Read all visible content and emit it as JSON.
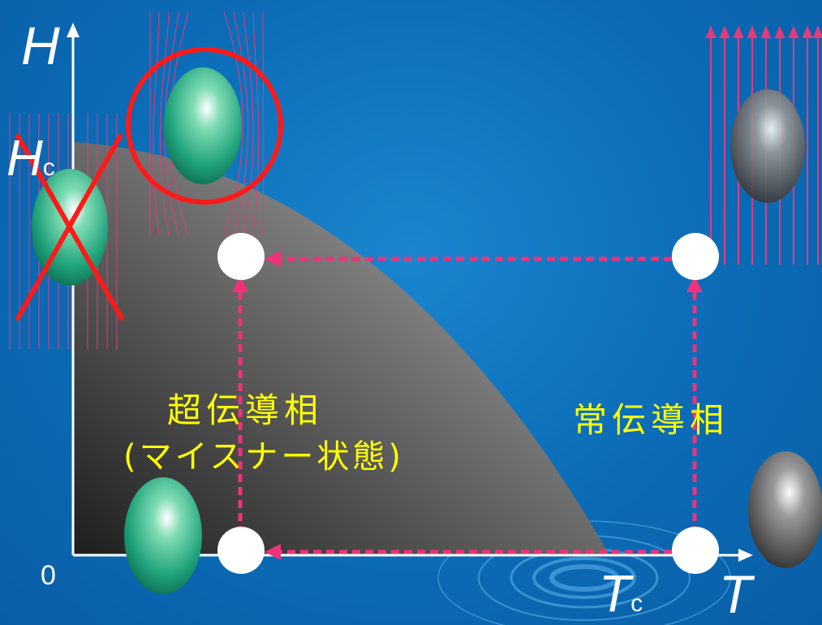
{
  "axes": {
    "y_label": "H",
    "x_label": "T",
    "origin": "0",
    "hc_label": "H",
    "hc_sub": "c",
    "tc_label": "T",
    "tc_sub": "c"
  },
  "phases": {
    "superconducting_line1": "超伝導相",
    "superconducting_line2": "(マイスナー状態)",
    "normal": "常伝導相"
  },
  "colors": {
    "background": "#0b6cb8",
    "label_yellow": "#ffff00",
    "arrow_pink": "#f0327a",
    "field_line": "#e43b7c",
    "cross_red": "#ff1a1a"
  }
}
